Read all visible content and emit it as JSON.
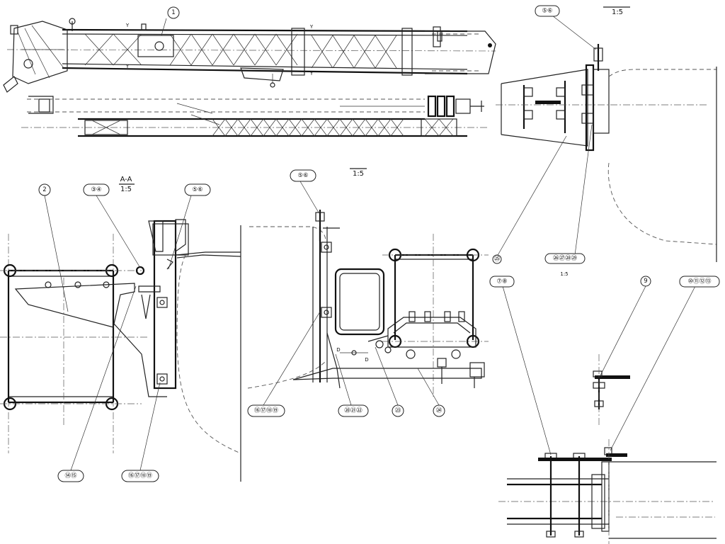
{
  "drawing": {
    "section_title": "A-A",
    "scale_labels": [
      "1:5",
      "1:5",
      "1:5",
      "1:5"
    ],
    "section_letters": [
      "D",
      "D"
    ],
    "part_callouts": [
      "1",
      "2",
      "③④",
      "⑤⑥",
      "⑤⑥",
      "⑤⑥",
      "⑭⑮",
      "⑯⑰⑱⑲",
      "⑯⑰⑱⑲",
      "⑳㉑㉒",
      "㉓",
      "㉔",
      "㉕",
      "㉖㉗㉘㉙",
      "⑦⑧",
      "9",
      "⑩⑪⑫⑬"
    ]
  }
}
